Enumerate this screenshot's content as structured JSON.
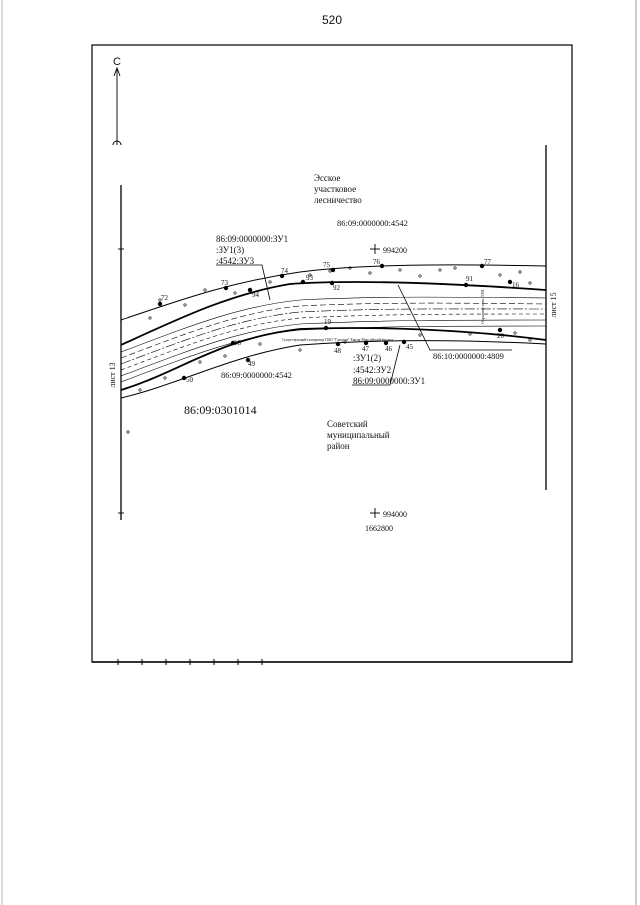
{
  "page_number": "520",
  "north_label": "С",
  "labels": {
    "forestry": [
      "Эсское",
      "участковое",
      "лесничество"
    ],
    "parcel_top": "86:09:0000000:4542",
    "label_zu1_a": "86:09:0000000:ЗУ1",
    "label_zu1_3": ":ЗУ1(3)",
    "label_4542_zu3": ":4542:ЗУ3",
    "label_4809": "86:10:0000000:4809",
    "label_zu1_2": ":ЗУ1(2)",
    "label_4542_zu2": ":4542:ЗУ2",
    "label_zu1_b": "86:09:0000000:ЗУ1",
    "parcel_bottom": "86:09:0000000:4542",
    "quarter": "86:09:0301014",
    "district": [
      "Советский",
      "муниципальный",
      "район"
    ],
    "grid_top": "994200",
    "grid_bottom": "994000",
    "grid_easting": "1662800",
    "sheet_left": "лист 13",
    "sheet_right": "лист 15",
    "road_note": "Охранная зона ЛЭП",
    "pipe_note": "Существующий газопровод ПАО \"Газпром\" Ханты-Мансийский филиал"
  },
  "point_numbers": {
    "p72": "72",
    "p73": "73",
    "p74": "74",
    "p75": "75",
    "p76": "76",
    "p77": "77",
    "p93": "93",
    "p94": "94",
    "p92": "92",
    "p91": "91",
    "p18": "18",
    "p50": "50",
    "p49": "49",
    "p48": "48",
    "p47": "47",
    "p46": "46",
    "p45": "45",
    "p19": "19",
    "p20": "20",
    "p16": "16"
  }
}
